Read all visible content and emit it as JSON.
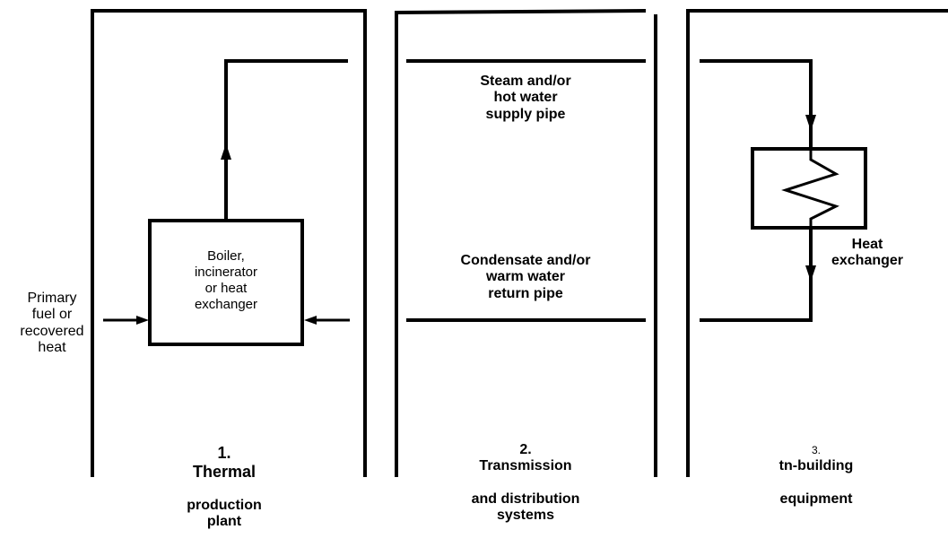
{
  "input_label": "Primary\nfuel or\nrecovered\nheat",
  "boiler_label": "Boiler,\nincinerator\nor heat\nexchanger",
  "supply_pipe_label": "Steam and/or\nhot water\nsupply pipe",
  "return_pipe_label": "Condensate and/or\nwarm water\nreturn pipe",
  "heat_exchanger_label": "Heat\nexchanger",
  "panels": [
    {
      "number": "1.",
      "title_first": "Thermal",
      "title_rest": "production\nplant"
    },
    {
      "number": "2.",
      "title_first": "Transmission",
      "title_rest": "and distribution\nsystems"
    },
    {
      "number": "3.",
      "title_first": "tn-building",
      "title_rest": "equipment"
    }
  ]
}
